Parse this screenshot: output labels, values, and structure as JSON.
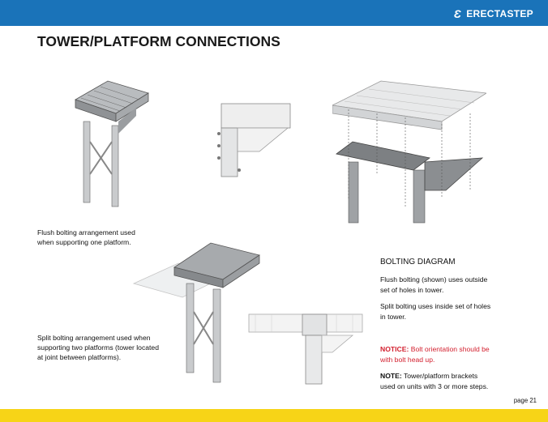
{
  "header": {
    "logo": "ERECTASTEP",
    "brand_color": "#1a73b9"
  },
  "title": "TOWER/PLATFORM CONNECTIONS",
  "captions": {
    "flush": [
      "Flush bolting arrangement used",
      "when supporting one platform."
    ],
    "split": [
      "Split bolting arrangement used when",
      "supporting two platforms (tower located",
      "at joint between platforms)."
    ]
  },
  "bolting": {
    "heading": "BOLTING DIAGRAM",
    "p1": [
      "Flush bolting (shown) uses outside",
      "set of holes in tower."
    ],
    "p2": [
      "Split bolting uses inside set of holes",
      "in tower."
    ],
    "notice_label": "NOTICE:",
    "notice_text": [
      "Bolt orientation should be",
      "with bolt head up."
    ],
    "note_label": "NOTE:",
    "note_text": [
      "Tower/platform brackets",
      "used on units with 3 or more steps."
    ]
  },
  "page": "page 21",
  "footer_color": "#f7d417"
}
